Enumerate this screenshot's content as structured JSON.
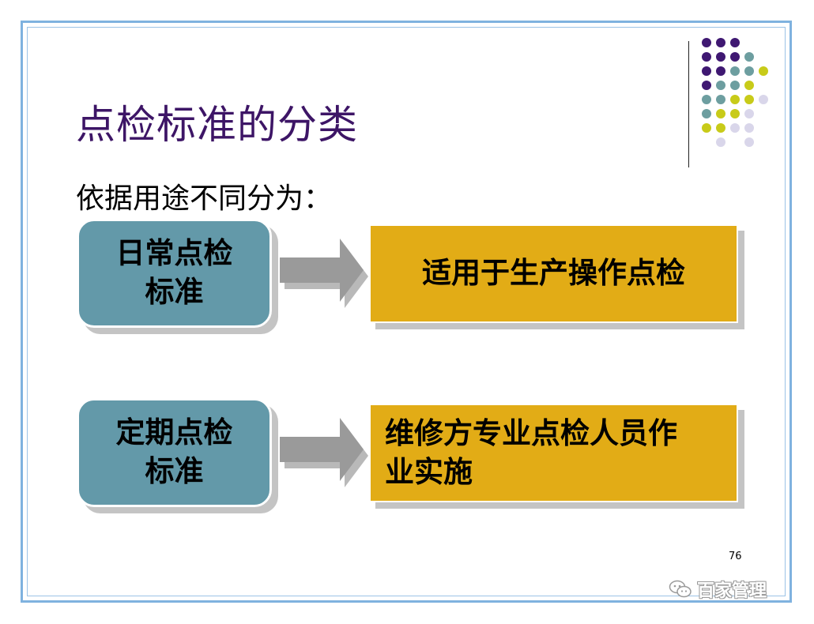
{
  "slide": {
    "title": "点检标准的分类",
    "subtitle": "依据用途不同分为：",
    "page_number": "76"
  },
  "rows": [
    {
      "left_label": "日常点检\n标准",
      "right_label": "适用于生产操作点检"
    },
    {
      "left_label": "定期点检\n标准",
      "right_label": "维修方专业点检人员作\n业实施"
    }
  ],
  "watermark": {
    "text": "百家管理",
    "icon": "wechat-icon"
  },
  "colors": {
    "title": "#3d1566",
    "left_box": "#6399a9",
    "right_box": "#e2ac16",
    "arrow": "#9a9a9a",
    "frame": "#7fb2df",
    "dot_purple": "#3f1872",
    "dot_teal": "#6d9ea0",
    "dot_yellow": "#c8cb19",
    "dot_lavender": "#d9d6ea"
  }
}
